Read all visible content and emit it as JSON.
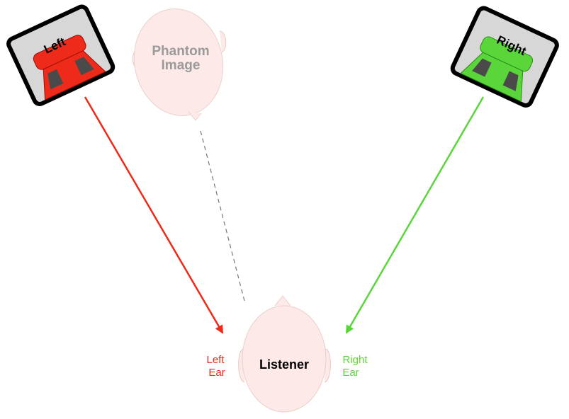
{
  "speakers": {
    "left": {
      "label": "Left",
      "color": "#ee2a1a",
      "icon": "speaker-icon"
    },
    "right": {
      "label": "Right",
      "color": "#5ad63a",
      "icon": "speaker-icon"
    }
  },
  "phantom": {
    "label_line1": "Phantom",
    "label_line2": "Image",
    "color": "#9a9a9a"
  },
  "listener": {
    "label": "Listener",
    "left_ear_line1": "Left",
    "left_ear_line2": "Ear",
    "right_ear_line1": "Right",
    "right_ear_line2": "Ear",
    "head_color": "#fde9e7"
  },
  "colors": {
    "left_arrow": "#ee2a1a",
    "right_arrow": "#5ad63a",
    "speaker_box": "#d7d7d7",
    "speaker_border": "#000000",
    "dashed_line": "#777777"
  }
}
